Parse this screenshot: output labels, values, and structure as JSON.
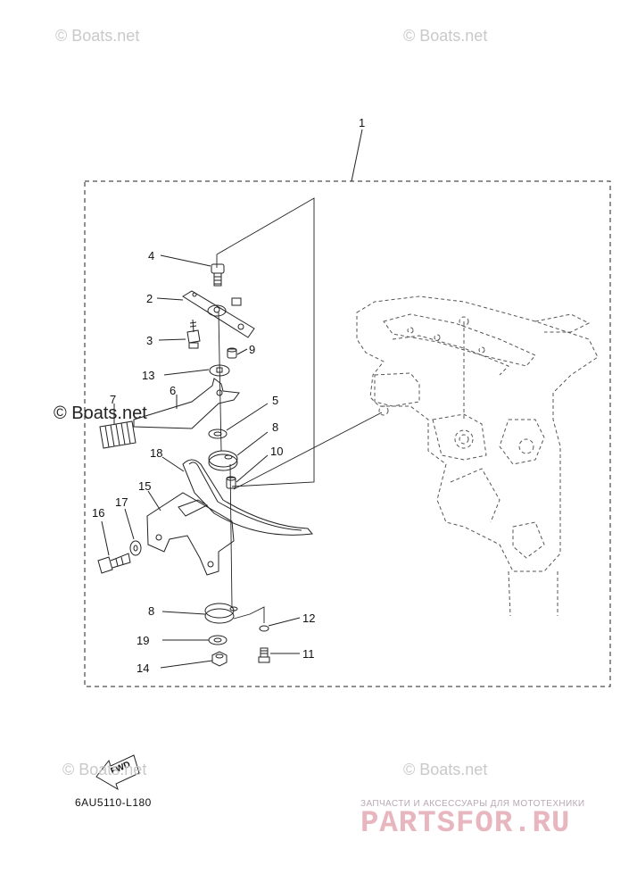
{
  "diagram": {
    "labels": {
      "p1": "1",
      "p2": "2",
      "p3": "3",
      "p4": "4",
      "p5": "5",
      "p6": "6",
      "p7": "7",
      "p8a": "8",
      "p8b": "8",
      "p9": "9",
      "p10": "10",
      "p11": "11",
      "p12": "12",
      "p13": "13",
      "p14": "14",
      "p15": "15",
      "p16": "16",
      "p17": "17",
      "p18": "18",
      "p19": "19"
    },
    "fwd_label": "FWD",
    "diagram_code": "6AU5110-L180"
  },
  "watermarks": {
    "boats": "© Boats.net",
    "boats_dark": "© Boats.net",
    "brand_tagline": "ЗАПЧАСТИ И АКСЕССУАРЫ ДЛЯ МОТОТЕХНИКИ",
    "brand_logo": "PARTSFOR.RU"
  },
  "colors": {
    "line": "#222222",
    "watermark": "#c9c9c9",
    "brand": "#e7b6bf"
  }
}
